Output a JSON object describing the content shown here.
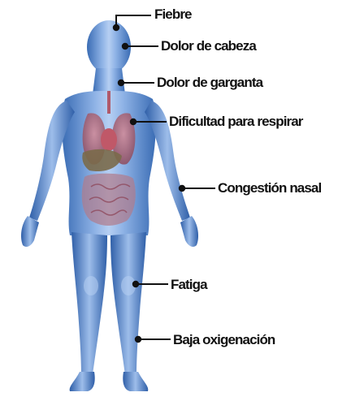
{
  "symptoms": [
    {
      "label": "Fiebre"
    },
    {
      "label": "Dolor de cabeza"
    },
    {
      "label": "Dolor de garganta"
    },
    {
      "label": "Dificultad para respirar"
    },
    {
      "label": "Congestión nasal"
    },
    {
      "label": "Fatiga"
    },
    {
      "label": "Baja oxigenación"
    }
  ],
  "colors": {
    "body_fill": "#5f8fd0",
    "body_light": "#a8c6ee",
    "body_dark": "#2f5fa8",
    "organ_red": "#b05a6a",
    "organ_liver": "#7a6a4a",
    "line": "#111111",
    "text": "#111111"
  }
}
